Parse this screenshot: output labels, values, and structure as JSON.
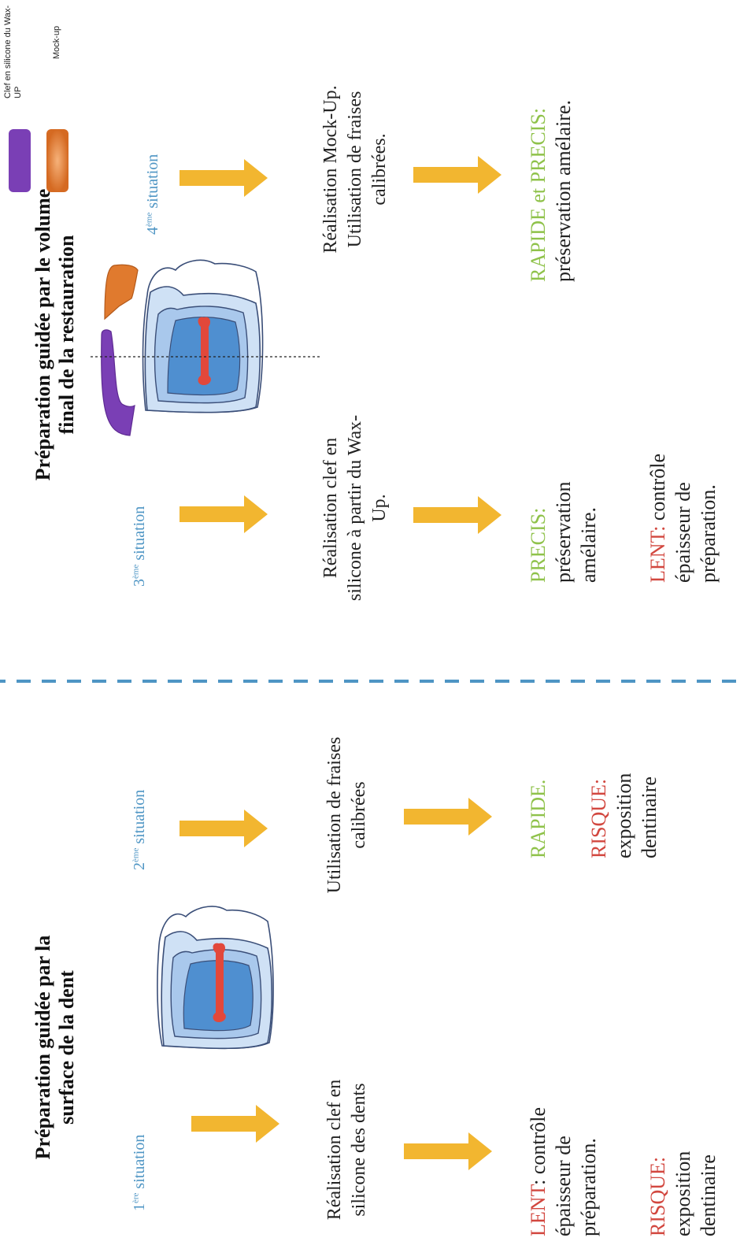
{
  "colors": {
    "arrow": "#f2b630",
    "situation_label": "#4e95c4",
    "positive": "#8fc24a",
    "negative": "#d2473f",
    "divider": "#4e95c4",
    "silicone_key": "#7a3fb5",
    "mock_up": "#e07a2e",
    "pulp": "#e2483b",
    "enamel": "#cfe1f5",
    "dentin": "#4f8fd0"
  },
  "legend": [
    {
      "label": "Clef en silicone du Wax-UP",
      "color": "#7a3fb5",
      "icon": "silicone-key-swatch"
    },
    {
      "label": "Mock-up",
      "color": "#e07a2e",
      "icon": "mock-up-swatch"
    }
  ],
  "left_section": {
    "title": "Préparation guidée par la surface de la dent",
    "situations": [
      {
        "label_num": "1",
        "label_sup": "ère",
        "label_rest": " situation",
        "step": "Réalisation clef en silicone des dents",
        "result": [
          {
            "keyword": "LENT",
            "tone": "negative",
            "text": ": contrôle épaisseur de préparation."
          },
          {
            "keyword": "RISQUE:",
            "tone": "negative",
            "text": " exposition dentinaire"
          }
        ]
      },
      {
        "label_num": "2",
        "label_sup": "ème",
        "label_rest": " situation",
        "step": "Utilisation de fraises calibrées",
        "result": [
          {
            "keyword": "RAPIDE.",
            "tone": "positive",
            "text": ""
          },
          {
            "keyword": "RISQUE:",
            "tone": "negative",
            "text": " exposition dentinaire"
          }
        ]
      }
    ]
  },
  "right_section": {
    "title": "Préparation guidée par le volume final de la restauration",
    "situations": [
      {
        "label_num": "3",
        "label_sup": "ème",
        "label_rest": " situation",
        "step": "Réalisation clef en silicone à partir du Wax-Up.",
        "result": [
          {
            "keyword": "PRECIS:",
            "tone": "positive",
            "text": " préservation amélaire."
          },
          {
            "keyword": "LENT:",
            "tone": "negative",
            "text": " contrôle épaisseur de préparation."
          }
        ]
      },
      {
        "label_num": "4",
        "label_sup": "ème",
        "label_rest": " situation",
        "step": "Réalisation Mock-Up. Utilisation de fraises calibrées.",
        "result": [
          {
            "keyword": "RAPIDE et PRECIS:",
            "tone": "positive",
            "text": " préservation amélaire."
          }
        ]
      }
    ]
  }
}
